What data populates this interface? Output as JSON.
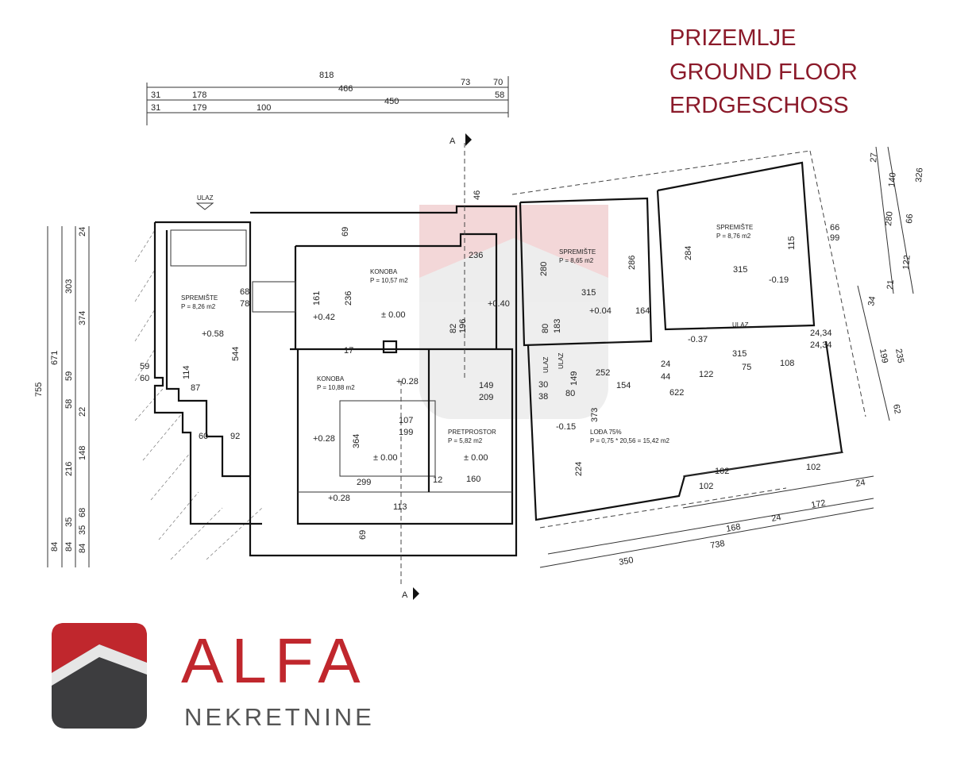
{
  "title": {
    "lines": [
      "PRIZEMLJE",
      "GROUND FLOOR",
      "ERDGESCHOSS"
    ],
    "color": "#8b1a2a"
  },
  "logo": {
    "brand": "ALFA",
    "tagline": "NEKRETNINE",
    "brand_color": "#c0272d",
    "tagline_color": "#555555",
    "icon": "house-roof-logo-icon"
  },
  "section_marker": "A",
  "rooms": [
    {
      "name": "SPREMIŠTE",
      "area": "P = 8,26 m2"
    },
    {
      "name": "KONOBA",
      "area": "P = 10,57 m2"
    },
    {
      "name": "KONOBA",
      "area": "P = 10,88 m2"
    },
    {
      "name": "PRETPROSTOR",
      "area": "P = 5,82 m2"
    },
    {
      "name": "SPREMIŠTE",
      "area": "P = 8,65 m2"
    },
    {
      "name": "SPREMIŠTE",
      "area": "P = 8,76 m2"
    },
    {
      "name": "LOĐA 75%",
      "area": "P = 0,75 * 20,56 = 15,42 m2"
    }
  ],
  "entrances": [
    "ULAZ",
    "ULAZ",
    "ULAZ",
    "ULAZ"
  ],
  "levels": [
    "+0.58",
    "+0.42",
    "± 0.00",
    "+0.28",
    "+0.28",
    "± 0.00",
    "± 0.00",
    "+0.28",
    "+0.40",
    "+0.04",
    "-0.19",
    "-0.37",
    "-0.15"
  ],
  "dimensions": {
    "top_row1": [
      "818"
    ],
    "top_row2": [
      "31",
      "178",
      "466",
      "73",
      "70"
    ],
    "top_row3": [
      "31",
      "179",
      "100",
      "450",
      "58"
    ],
    "left_col1": [
      "755"
    ],
    "left_col2": [
      "671",
      "84"
    ],
    "left_col3": [
      "303",
      "59",
      "58",
      "216",
      "35",
      "84"
    ],
    "left_col4": [
      "24",
      "374",
      "22",
      "148",
      "68",
      "35",
      "84"
    ],
    "right_col": [
      "27",
      "140",
      "66",
      "280",
      "326",
      "122",
      "21"
    ],
    "right_col2": [
      "34",
      "199",
      "235",
      "62"
    ],
    "bottom": [
      "350",
      "738",
      "168",
      "24",
      "172",
      "24"
    ],
    "interior": [
      "69",
      "68",
      "78",
      "161",
      "236",
      "544",
      "87",
      "114",
      "59",
      "60",
      "60",
      "92",
      "17",
      "82",
      "196",
      "236",
      "46",
      "149",
      "209",
      "107",
      "199",
      "364",
      "299",
      "12",
      "160",
      "113",
      "69",
      "280",
      "315",
      "286",
      "80",
      "183",
      "164",
      "149",
      "284",
      "315",
      "115",
      "66",
      "99",
      "315",
      "252",
      "154",
      "122",
      "75",
      "108",
      "24",
      "44",
      "622",
      "30",
      "38",
      "80",
      "373",
      "224",
      "102",
      "102",
      "102",
      "24,34",
      "24,34"
    ]
  }
}
